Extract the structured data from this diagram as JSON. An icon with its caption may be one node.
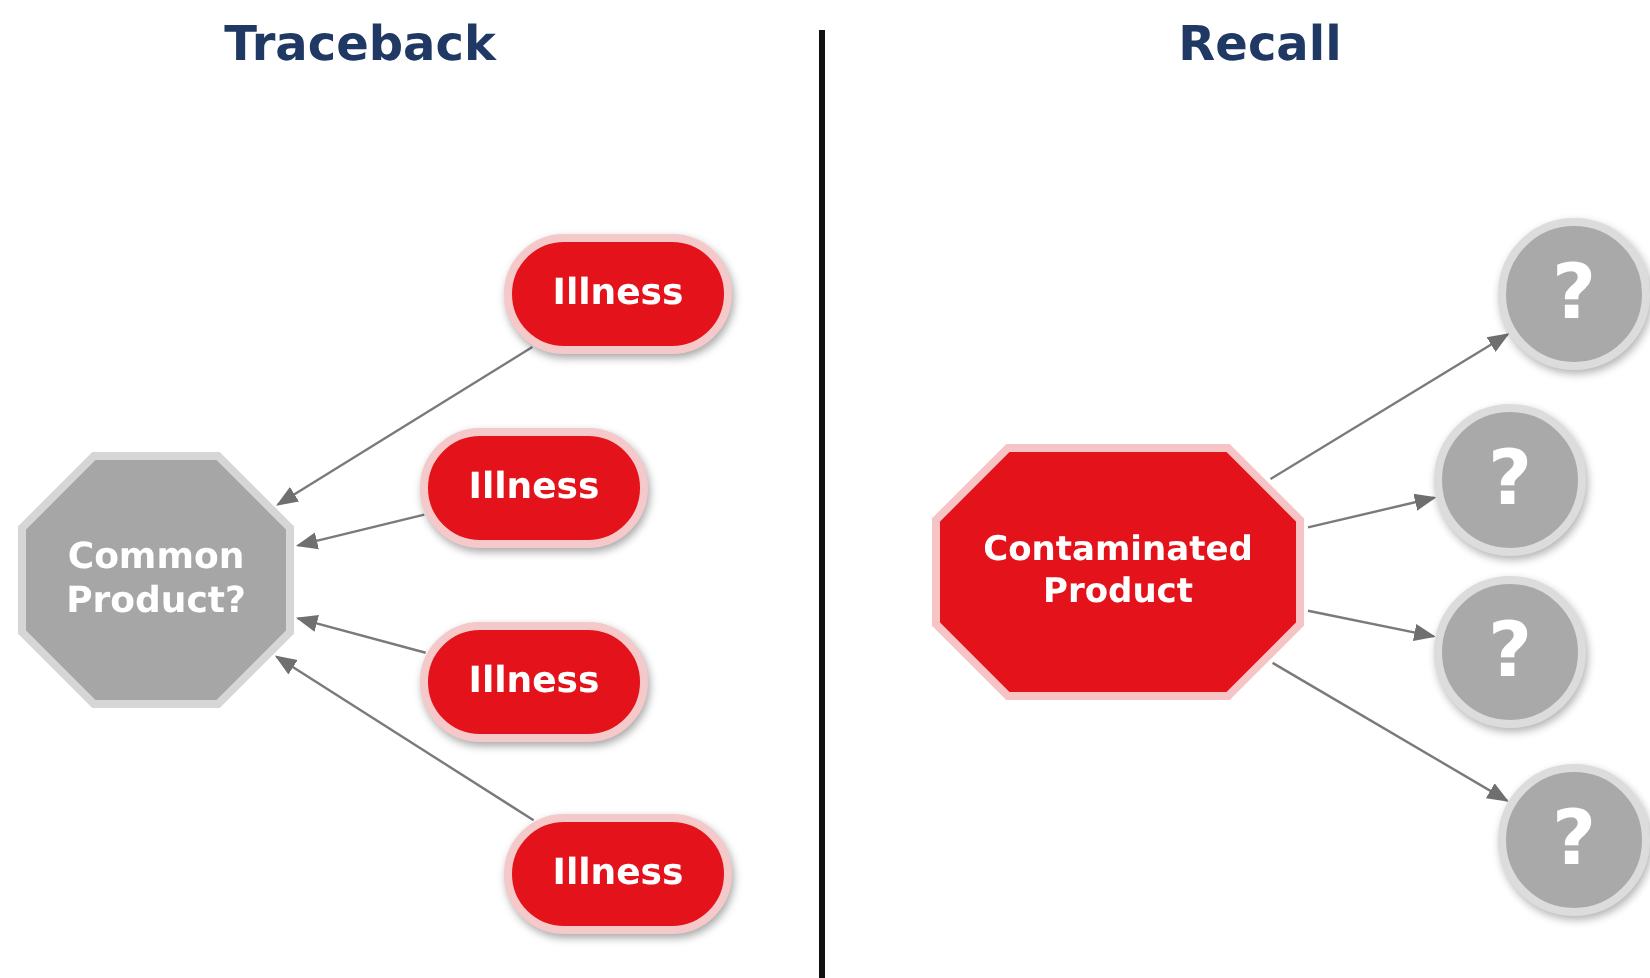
{
  "diagram": {
    "nodes": [
      {
        "text": [
          "Common Product?"
        ]
      },
      {
        "text": [
          "Illness"
        ]
      },
      {
        "text": [
          "Illness"
        ]
      },
      {
        "text": [
          "Illness"
        ]
      },
      {
        "text": [
          "Illness"
        ]
      },
      {
        "text": [
          "Contaminated Product"
        ]
      },
      {
        "text": [
          "?"
        ]
      },
      {
        "text": [
          "?"
        ]
      },
      {
        "text": [
          "?"
        ]
      },
      {
        "text": [
          "?"
        ]
      }
    ],
    "edges": [
      {
        "from": 1,
        "to": 0,
        "arrow": "to"
      },
      {
        "from": 2,
        "to": 0,
        "arrow": "to"
      },
      {
        "from": 3,
        "to": 0,
        "arrow": "to"
      },
      {
        "from": 4,
        "to": 0,
        "arrow": "to"
      },
      {
        "from": 5,
        "to": 6,
        "arrow": "to"
      },
      {
        "from": 5,
        "to": 7,
        "arrow": "to"
      },
      {
        "from": 5,
        "to": 8,
        "arrow": "to"
      },
      {
        "from": 5,
        "to": 9,
        "arrow": "to"
      }
    ],
    "labels": [
      "Traceback",
      "Recall"
    ]
  }
}
